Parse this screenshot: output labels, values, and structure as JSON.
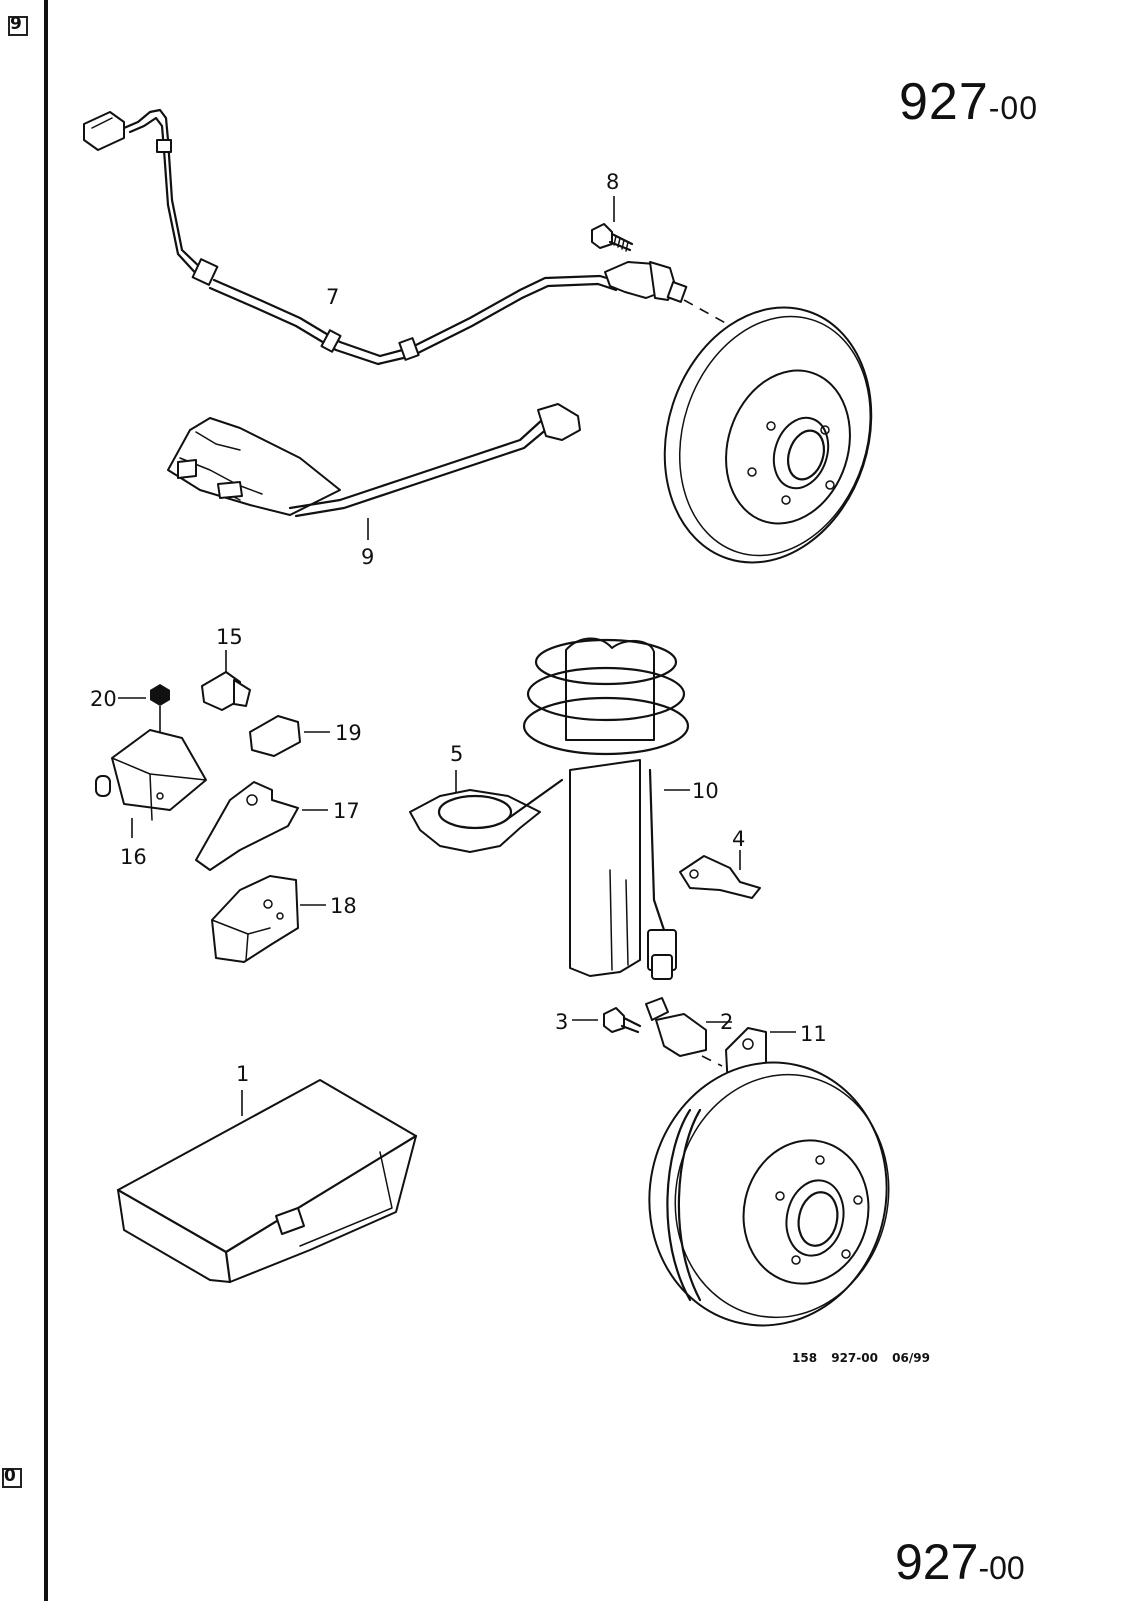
{
  "title": {
    "main": "927",
    "suffix": "-00"
  },
  "corner_marks": {
    "top": "9",
    "bottom": "0"
  },
  "callouts": {
    "p1": "1",
    "p2": "2",
    "p3": "3",
    "p4": "4",
    "p5": "5",
    "p7": "7",
    "p8": "8",
    "p9": "9",
    "p10": "10",
    "p11": "11",
    "p15": "15",
    "p16": "16",
    "p17": "17",
    "p18": "18",
    "p19": "19",
    "p20": "20"
  },
  "footer": {
    "code": "158 927-00 06/99"
  },
  "bottom_title": {
    "main": "927",
    "suffix": "-00"
  }
}
